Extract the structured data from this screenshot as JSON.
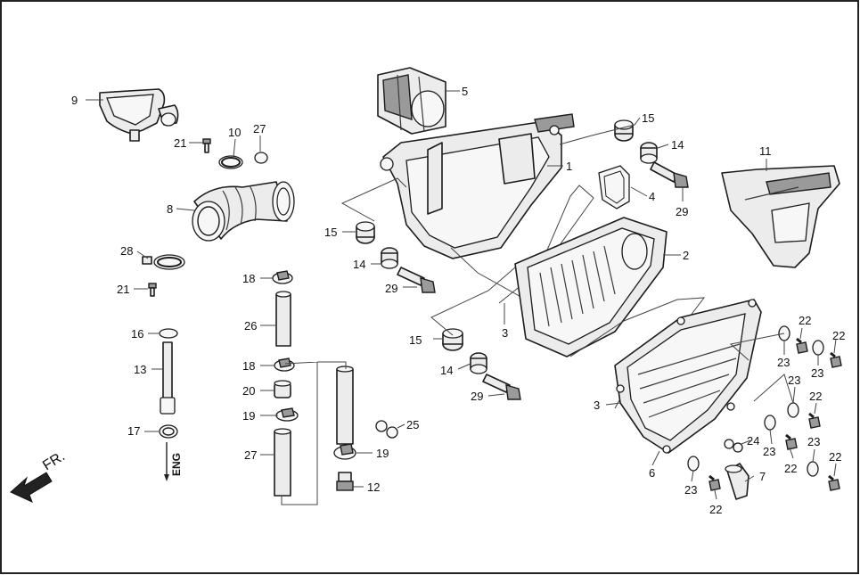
{
  "direction_label": "FR.",
  "engine_label": "ENG",
  "callouts": {
    "p1": "1",
    "p2": "2",
    "p3a": "3",
    "p3b": "3",
    "p4": "4",
    "p5": "5",
    "p6": "6",
    "p7": "7",
    "p8": "8",
    "p9": "9",
    "p10": "10",
    "p11": "11",
    "p12": "12",
    "p13": "13",
    "p14a": "14",
    "p14b": "14",
    "p14c": "14",
    "p15a": "15",
    "p15b": "15",
    "p15c": "15",
    "p16": "16",
    "p17": "17",
    "p18a": "18",
    "p18b": "18",
    "p19a": "19",
    "p19b": "19",
    "p20": "20",
    "p21a": "21",
    "p21b": "21",
    "p22a": "22",
    "p22b": "22",
    "p22c": "22",
    "p22d": "22",
    "p22e": "22",
    "p22f": "22",
    "p23a": "23",
    "p23b": "23",
    "p23c": "23",
    "p23d": "23",
    "p23e": "23",
    "p23f": "23",
    "p24": "24",
    "p25": "25",
    "p26": "26",
    "p27a": "27",
    "p27b": "27",
    "p28": "28",
    "p29a": "29",
    "p29b": "29",
    "p29c": "29"
  }
}
